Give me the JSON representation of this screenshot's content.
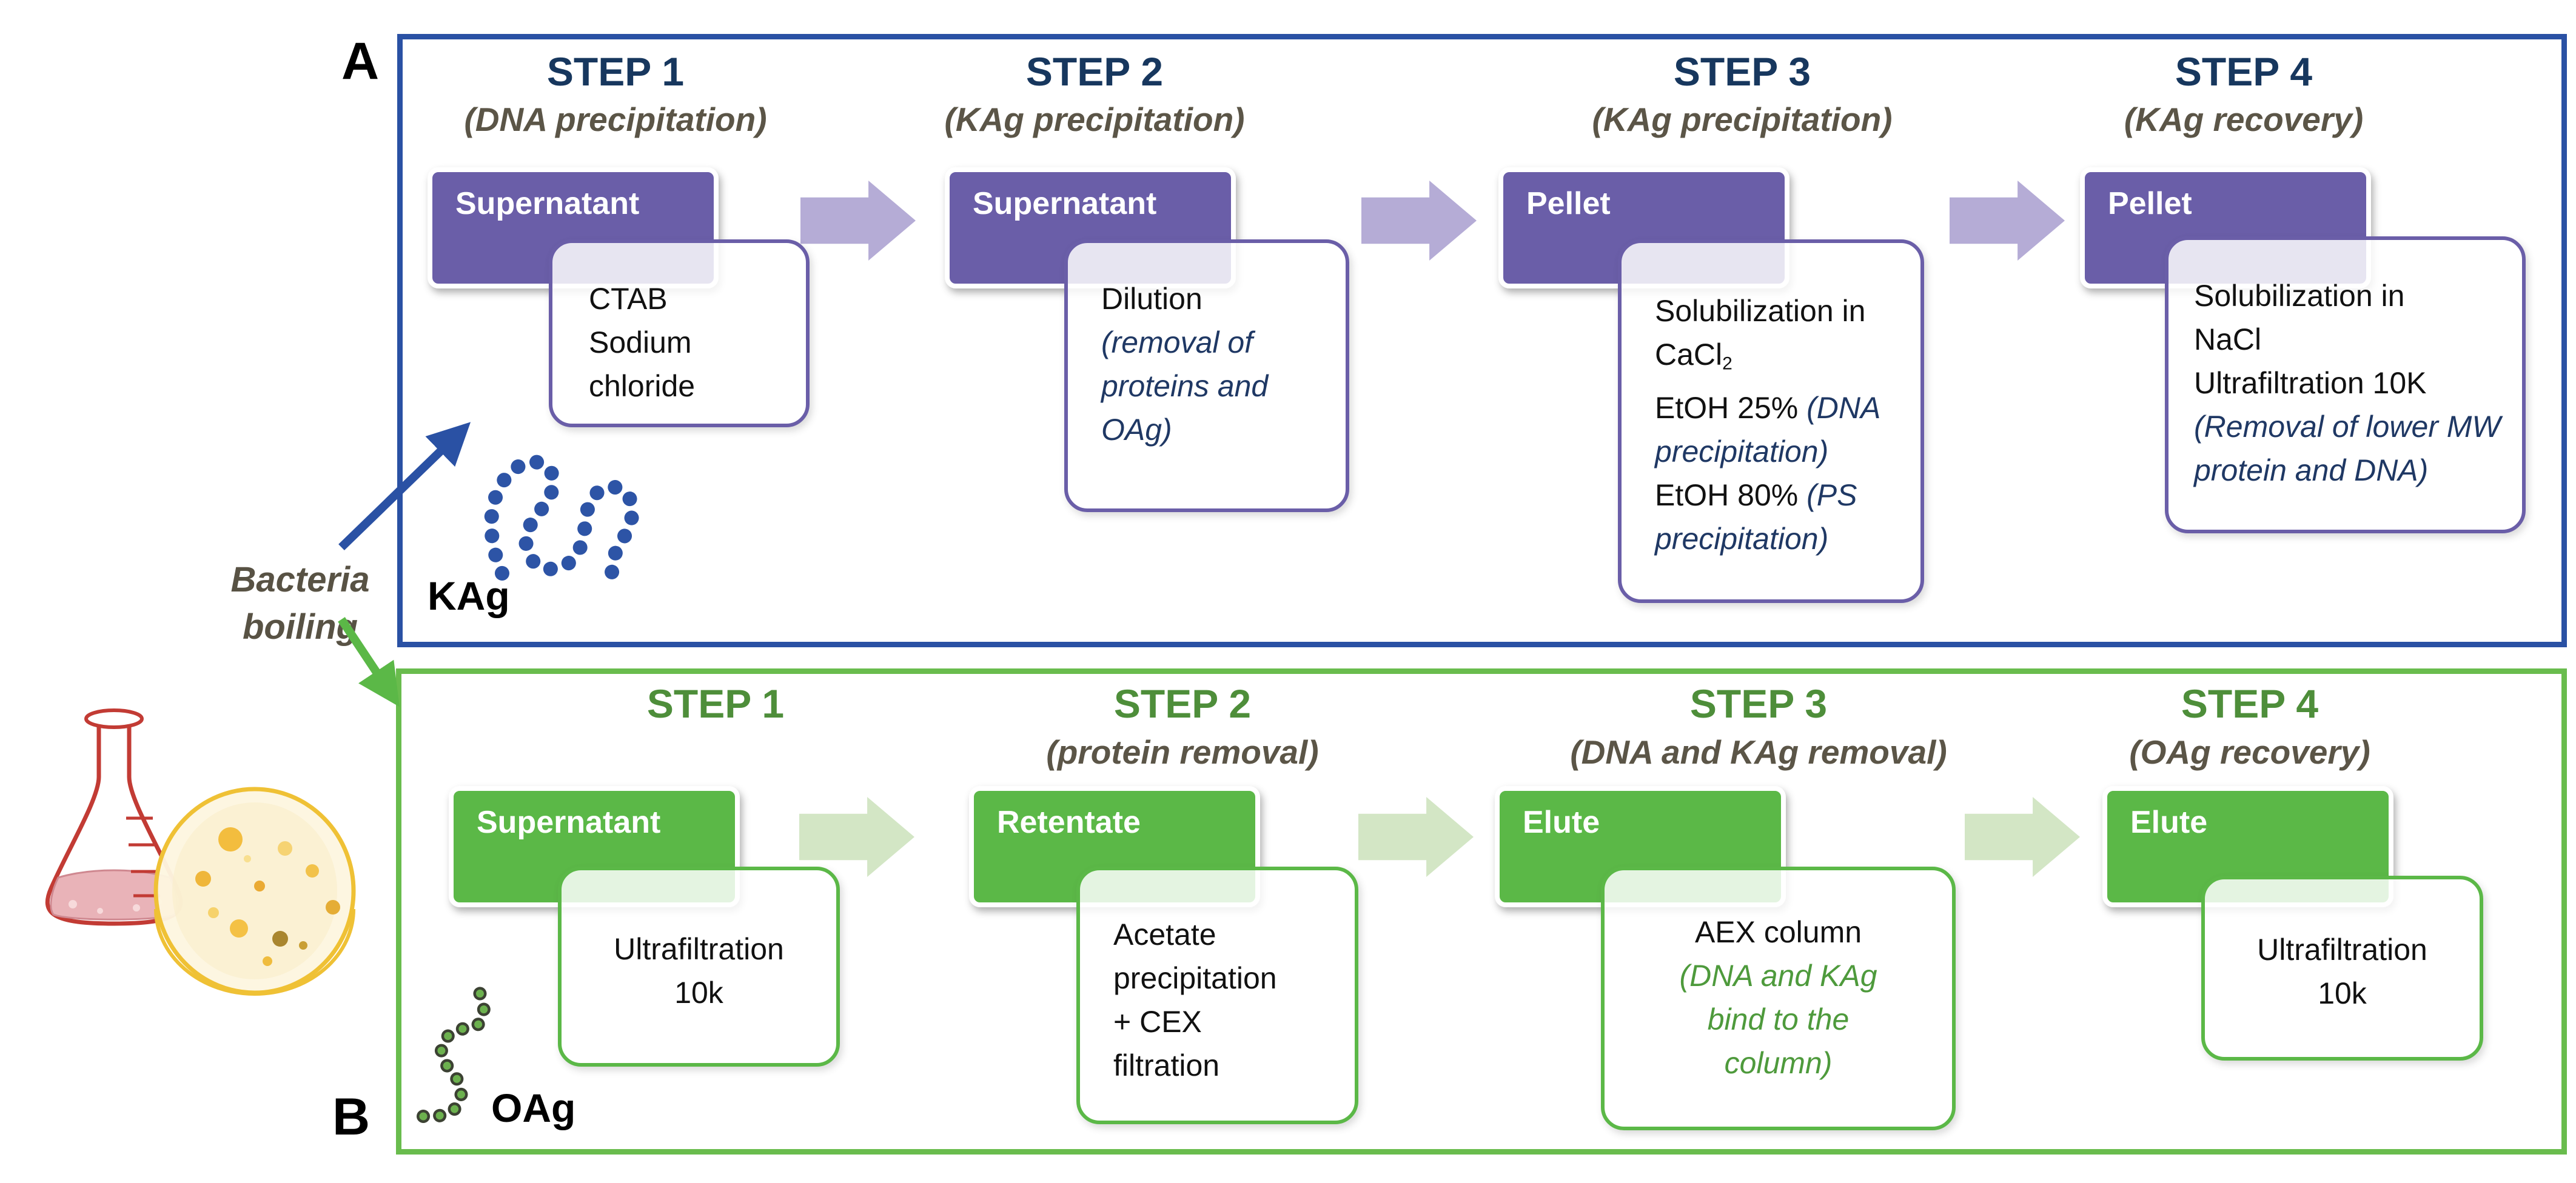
{
  "figure": {
    "panel_a_label": "A",
    "panel_b_label": "B",
    "bacteria_label_line1": "Bacteria",
    "bacteria_label_line2": "boiling",
    "kag_label": "KAg",
    "oag_label": "OAg"
  },
  "colors": {
    "panel_a_border": "#2a51a4",
    "panel_a_title": "#17375e",
    "panel_a_box": "#6a5ea8",
    "panel_a_accent_text": "#1f3864",
    "panel_a_arrow": "#b5acd6",
    "panel_b_border": "#69bc4d",
    "panel_b_title": "#4e8e3a",
    "panel_b_box": "#5bb847",
    "panel_b_accent_text": "#4e9a3c",
    "panel_b_arrow": "#d3e6c5",
    "subtitle_text": "#5b5547"
  },
  "panel_a": {
    "steps": [
      {
        "title": "STEP 1",
        "subtitle": "(DNA precipitation)",
        "box": "Supernatant",
        "align": "left",
        "lines": [
          [
            {
              "t": "CTAB"
            }
          ],
          [
            {
              "t": "Sodium"
            }
          ],
          [
            {
              "t": "chloride"
            }
          ]
        ]
      },
      {
        "title": "STEP 2",
        "subtitle": "(KAg precipitation)",
        "box": "Supernatant",
        "align": "left",
        "lines": [
          [
            {
              "t": "Dilution"
            }
          ],
          [
            {
              "t": "(removal of",
              "accent": true
            }
          ],
          [
            {
              "t": "proteins and",
              "accent": true
            }
          ],
          [
            {
              "t": "OAg)",
              "accent": true
            }
          ]
        ]
      },
      {
        "title": "STEP 3",
        "subtitle": "(KAg precipitation)",
        "box": "Pellet",
        "align": "left",
        "lines": [
          [
            {
              "t": "Solubilization in"
            }
          ],
          [
            {
              "t": "CaCl"
            },
            {
              "t": "2",
              "sub": true
            }
          ],
          [
            {
              "t": "EtOH 25% "
            },
            {
              "t": "(DNA",
              "accent": true
            }
          ],
          [
            {
              "t": "precipitation)",
              "accent": true
            }
          ],
          [
            {
              "t": "EtOH 80% "
            },
            {
              "t": "(PS",
              "accent": true
            }
          ],
          [
            {
              "t": "precipitation)",
              "accent": true
            }
          ]
        ]
      },
      {
        "title": "STEP 4",
        "subtitle": "(KAg recovery)",
        "box": "Pellet",
        "align": "left",
        "lines": [
          [
            {
              "t": "Solubilization in"
            }
          ],
          [
            {
              "t": "NaCl"
            }
          ],
          [
            {
              "t": "Ultrafiltration 10K"
            }
          ],
          [
            {
              "t": "(Removal of lower MW",
              "accent": true
            }
          ],
          [
            {
              "t": "protein and DNA)",
              "accent": true
            }
          ]
        ]
      }
    ]
  },
  "panel_b": {
    "steps": [
      {
        "title": "STEP 1",
        "subtitle": "",
        "box": "Supernatant",
        "align": "center",
        "lines": [
          [
            {
              "t": "Ultrafiltration"
            }
          ],
          [
            {
              "t": "10k"
            }
          ]
        ]
      },
      {
        "title": "STEP 2",
        "subtitle": "(protein removal)",
        "box": "Retentate",
        "align": "left",
        "lines": [
          [
            {
              "t": "Acetate"
            }
          ],
          [
            {
              "t": "precipitation"
            }
          ],
          [
            {
              "t": "+ CEX"
            }
          ],
          [
            {
              "t": "filtration"
            }
          ]
        ]
      },
      {
        "title": "STEP 3",
        "subtitle": "(DNA and KAg removal)",
        "box": "Elute",
        "align": "center",
        "lines": [
          [
            {
              "t": "AEX column"
            }
          ],
          [
            {
              "t": "(DNA and KAg",
              "accent": true
            }
          ],
          [
            {
              "t": "bind to the",
              "accent": true
            }
          ],
          [
            {
              "t": "column)",
              "accent": true
            }
          ]
        ]
      },
      {
        "title": "STEP 4",
        "subtitle": "(OAg recovery)",
        "box": "Elute",
        "align": "center",
        "lines": [
          [
            {
              "t": "Ultrafiltration"
            }
          ],
          [
            {
              "t": "10k"
            }
          ]
        ]
      }
    ]
  }
}
